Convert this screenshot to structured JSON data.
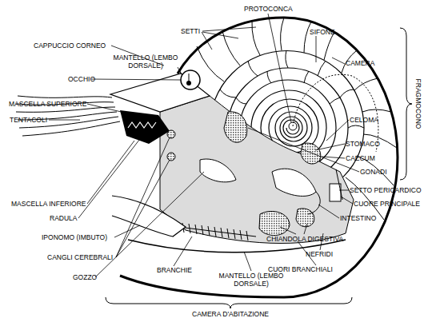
{
  "diagram": {
    "labels": [
      "CAPPUCCIO CORNEO",
      "SETTI",
      "PROTOCONCA",
      "SIFONE",
      "MANTELLO (LEMBO DORSALE)",
      "OCCHIO",
      "CAMERA",
      "MASCELLA SUPERIORE",
      "TENTACOLI",
      "CELOMA",
      "STOMACO",
      "CAECUM",
      "GONADI",
      "FRAGMOCONO",
      "SETTO PERICARDICO",
      "MASCELLA INFERIORE",
      "CUORE PRINCIPALE",
      "RADULA",
      "INTESTINO",
      "IPONOMO (IMBUTO)",
      "CHIANDOLA DIGESTIVA",
      "CANGLI CEREBRALI",
      "NEFRIDI",
      "CUORI BRANCHIALI",
      "GOZZO",
      "BRANCHIE",
      "MANTELLO (LEMBO DORSALE)",
      "CAMERA D'ABITAZIONE"
    ]
  }
}
